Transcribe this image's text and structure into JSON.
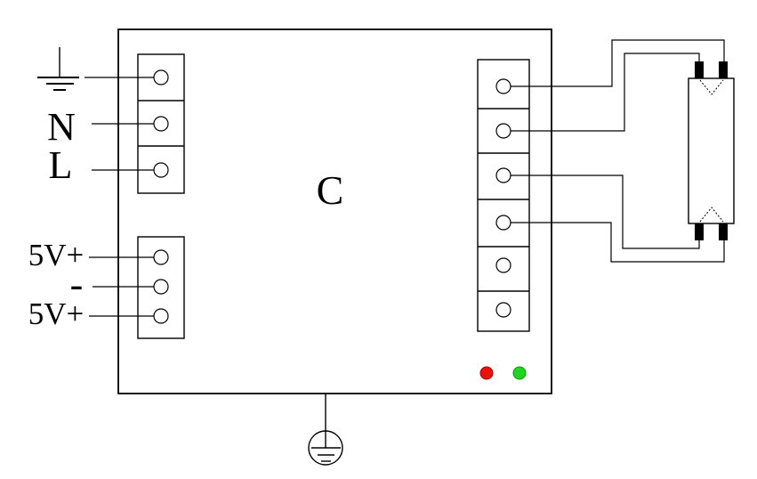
{
  "diagram": {
    "controller_label": "C",
    "labels": {
      "neutral": "N",
      "line": "L",
      "v5_top": "5V+",
      "minus": "-",
      "v5_bottom": "5V+"
    },
    "icons": {
      "earth_input": "earth-ground-symbol",
      "protective_earth": "protective-earth-symbol",
      "lamp": "fluorescent-tube-lamp"
    },
    "terminal_counts": {
      "mains_input_block": 3,
      "dc_block": 3,
      "output_block": 6
    },
    "colors": {
      "stroke": "#000000",
      "background": "#ffffff",
      "led_red": "#ea1111",
      "led_red_edge": "#aa0000",
      "led_green": "#22d422",
      "led_green_edge": "#0a9a0a"
    }
  }
}
